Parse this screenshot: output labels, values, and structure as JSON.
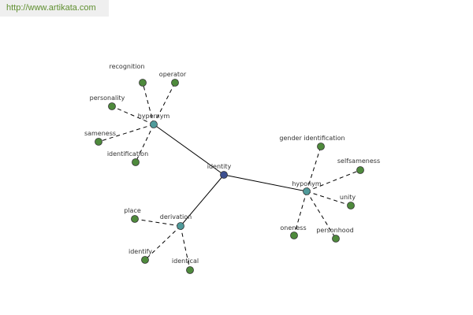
{
  "header": {
    "url_text": "http://www.artikata.com"
  },
  "colors": {
    "center_node": "#3c4f8f",
    "hub_node": "#4f9a9a",
    "leaf_node": "#4e8a3c",
    "node_stroke": "#333333",
    "url_text": "#5f8f2f",
    "url_background": "#efefef"
  },
  "graph": {
    "center": {
      "id": "identity",
      "label": "identity"
    },
    "hubs": [
      {
        "id": "hypernym",
        "label": "hypernym",
        "leaves": [
          {
            "id": "recognition",
            "label": "recognition"
          },
          {
            "id": "operator",
            "label": "operator"
          },
          {
            "id": "personality",
            "label": "personality"
          },
          {
            "id": "sameness",
            "label": "sameness"
          },
          {
            "id": "identification",
            "label": "identification"
          }
        ]
      },
      {
        "id": "hyponym",
        "label": "hyponym",
        "leaves": [
          {
            "id": "gender-identification",
            "label": "gender identification"
          },
          {
            "id": "selfsameness",
            "label": "selfsameness"
          },
          {
            "id": "unity",
            "label": "unity"
          },
          {
            "id": "personhood",
            "label": "personhood"
          },
          {
            "id": "oneness",
            "label": "oneness"
          }
        ]
      },
      {
        "id": "derivation",
        "label": "derivation",
        "leaves": [
          {
            "id": "place",
            "label": "place"
          },
          {
            "id": "identify",
            "label": "identify"
          },
          {
            "id": "identical",
            "label": "identical"
          }
        ]
      }
    ]
  }
}
